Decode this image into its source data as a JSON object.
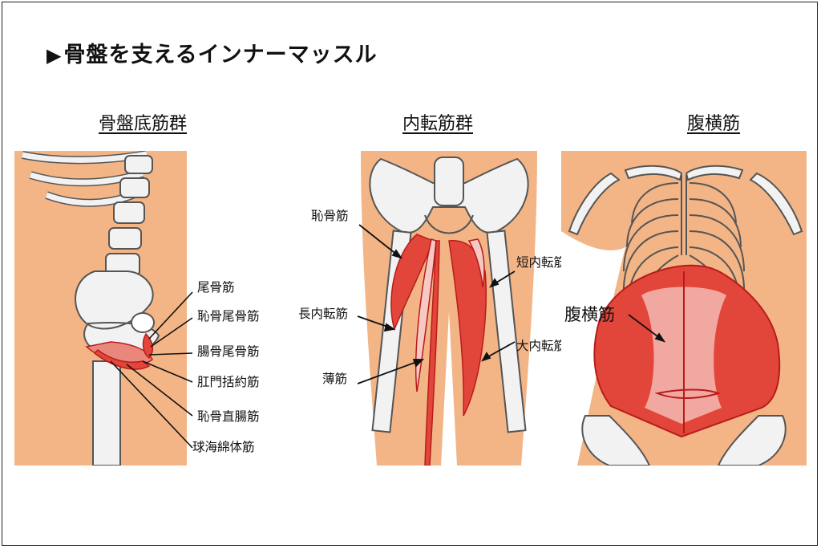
{
  "page": {
    "title_marker": "▶",
    "title": "骨盤を支えるインナーマッスル"
  },
  "colors": {
    "skin": "#f3b586",
    "bone": "#f2f2f2",
    "bone_line": "#555555",
    "muscle": "#e2463a",
    "muscle_light": "#f6c9c4",
    "muscle_edge": "#b71c1c"
  },
  "panels": [
    {
      "title": "骨盤底筋群",
      "labels": [
        "尾骨筋",
        "恥骨尾骨筋",
        "腸骨尾骨筋",
        "肛門括約筋",
        "恥骨直腸筋",
        "球海綿体筋"
      ]
    },
    {
      "title": "内転筋群",
      "labels": [
        "恥骨筋",
        "長内転筋",
        "薄筋",
        "短内転筋",
        "大内転筋"
      ]
    },
    {
      "title": "腹横筋",
      "labels": [
        "腹横筋"
      ]
    }
  ]
}
